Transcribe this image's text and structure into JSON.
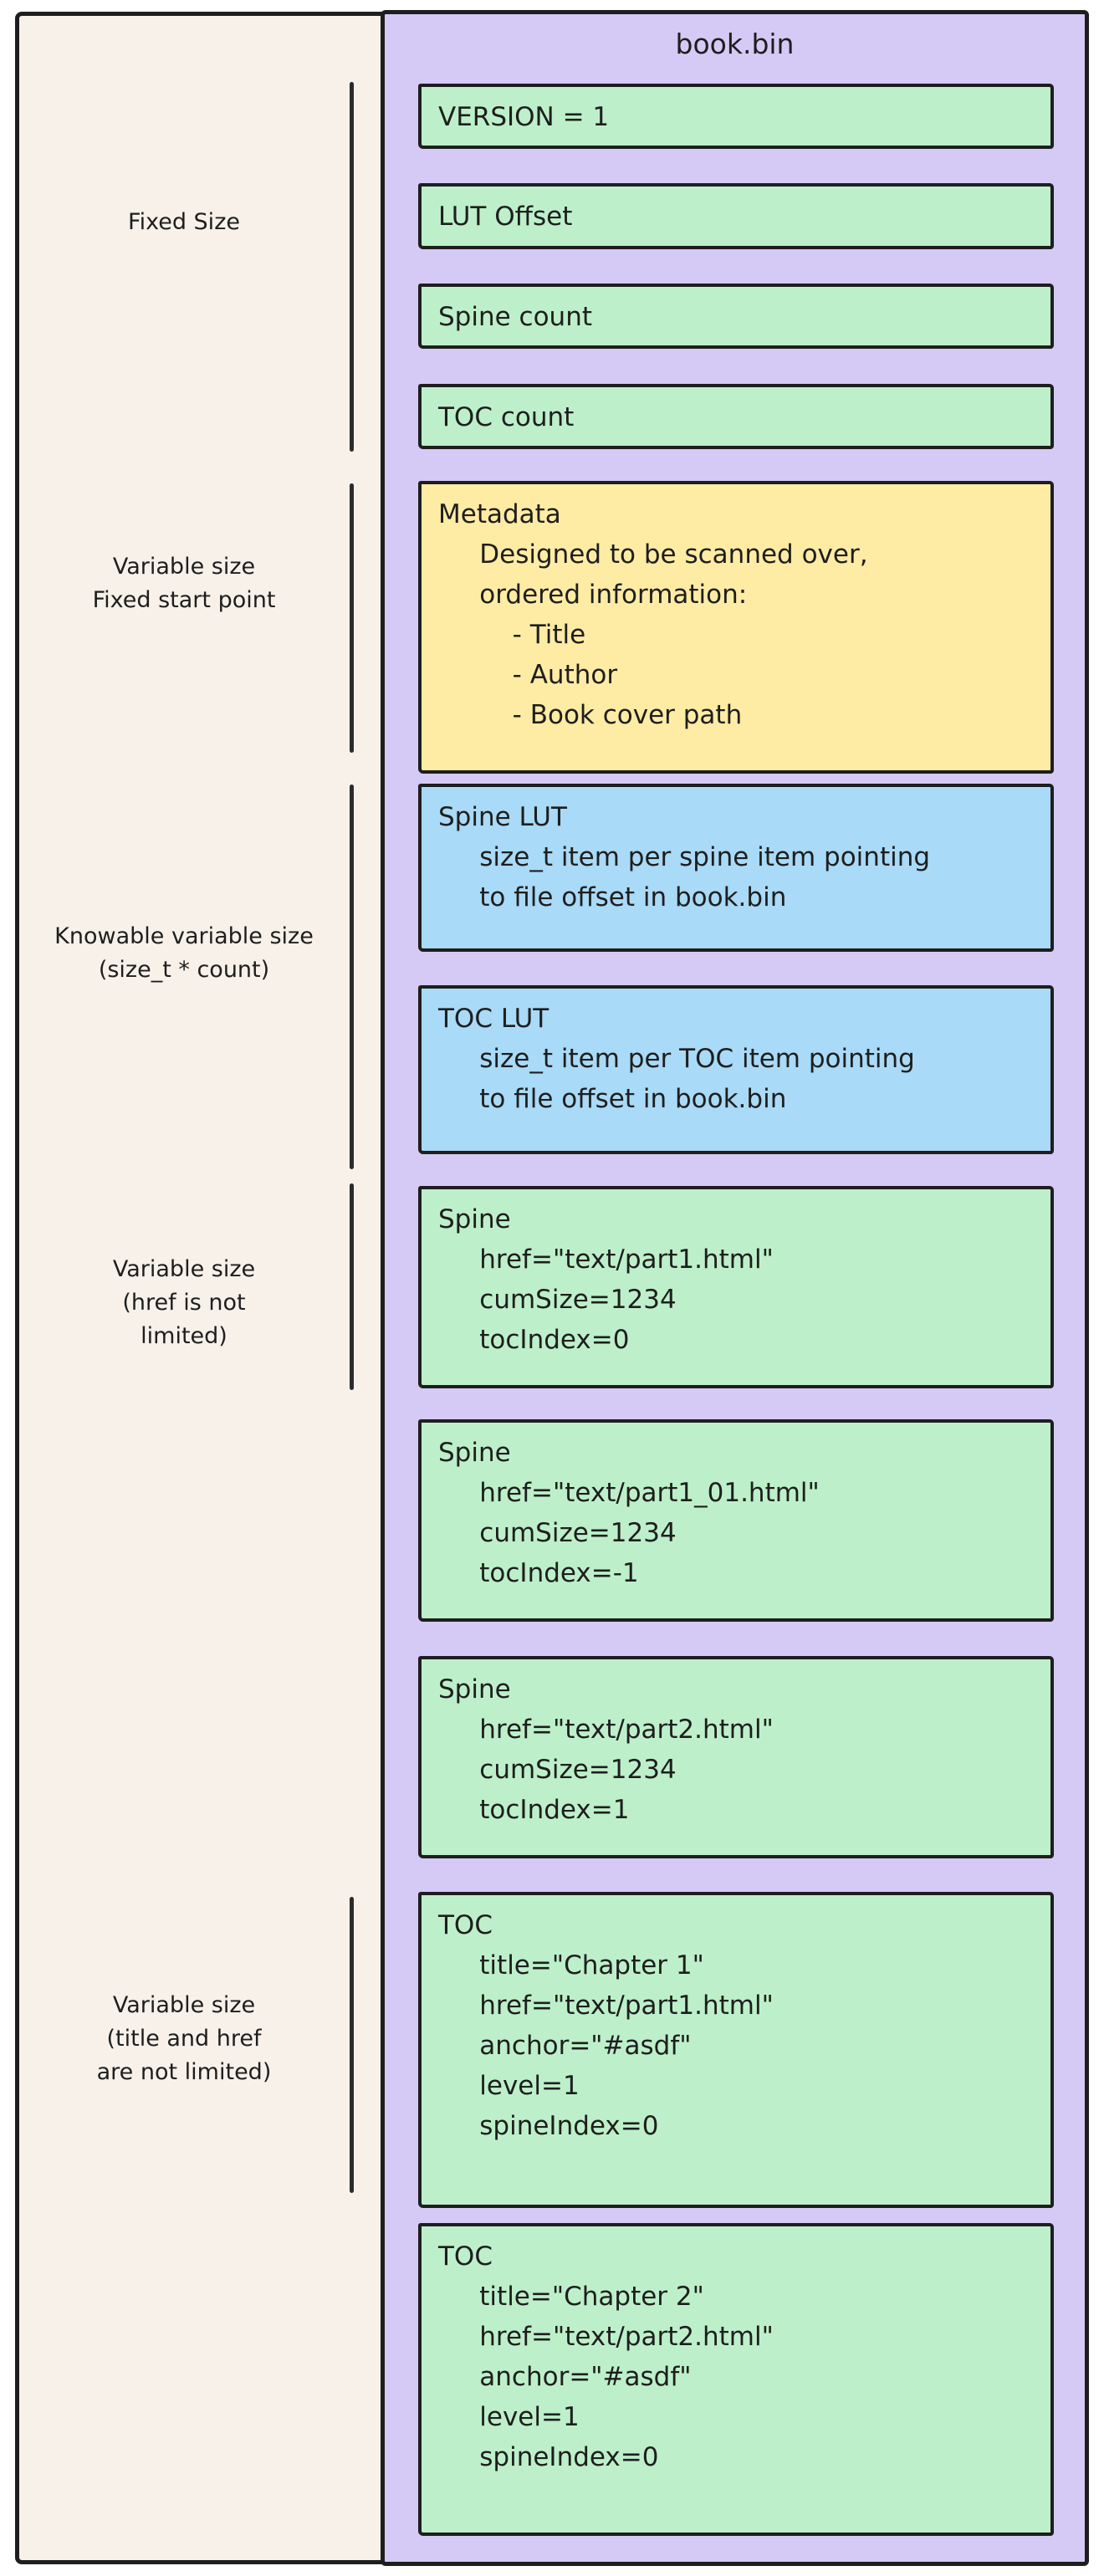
{
  "title": "book.bin",
  "colors": {
    "beige": "#f7f1ea",
    "purple": "#d5caf5",
    "green": "#bdf0ca",
    "yellow": "#ffeca4",
    "blue": "#a9daf7",
    "stroke": "#1e1e1e"
  },
  "labels": [
    {
      "name": "fixed-size",
      "lines": [
        "Fixed Size"
      ]
    },
    {
      "name": "variable-fixed-start",
      "lines": [
        "Variable size",
        "Fixed start point"
      ]
    },
    {
      "name": "knowable-variable",
      "lines": [
        "Knowable variable size",
        "(size_t * count)"
      ]
    },
    {
      "name": "variable-href",
      "lines": [
        "Variable size",
        "(href is not",
        "limited)"
      ]
    },
    {
      "name": "variable-title-href",
      "lines": [
        "Variable size",
        "(title and href",
        "are not limited)"
      ]
    }
  ],
  "boxes": [
    {
      "name": "version",
      "color": "green",
      "lines": [
        "VERSION = 1"
      ]
    },
    {
      "name": "lut-offset",
      "color": "green",
      "lines": [
        "LUT Offset"
      ]
    },
    {
      "name": "spine-count",
      "color": "green",
      "lines": [
        "Spine count"
      ]
    },
    {
      "name": "toc-count",
      "color": "green",
      "lines": [
        "TOC count"
      ]
    },
    {
      "name": "metadata",
      "color": "yellow",
      "lines": [
        "Metadata",
        "     Designed to be scanned over,",
        "     ordered information:",
        "         - Title",
        "         - Author",
        "         - Book cover path"
      ]
    },
    {
      "name": "spine-lut",
      "color": "blue",
      "lines": [
        "Spine LUT",
        "     size_t item per spine item pointing",
        "     to file offset in book.bin"
      ]
    },
    {
      "name": "toc-lut",
      "color": "blue",
      "lines": [
        "TOC LUT",
        "     size_t item per TOC item pointing",
        "     to file offset in book.bin"
      ]
    },
    {
      "name": "spine-1",
      "color": "green",
      "lines": [
        "Spine",
        "     href=\"text/part1.html\"",
        "     cumSize=1234",
        "     tocIndex=0"
      ]
    },
    {
      "name": "spine-2",
      "color": "green",
      "lines": [
        "Spine",
        "     href=\"text/part1_01.html\"",
        "     cumSize=1234",
        "     tocIndex=-1"
      ]
    },
    {
      "name": "spine-3",
      "color": "green",
      "lines": [
        "Spine",
        "     href=\"text/part2.html\"",
        "     cumSize=1234",
        "     tocIndex=1"
      ]
    },
    {
      "name": "toc-1",
      "color": "green",
      "lines": [
        "TOC",
        "     title=\"Chapter 1\"",
        "     href=\"text/part1.html\"",
        "     anchor=\"#asdf\"",
        "     level=1",
        "     spineIndex=0"
      ]
    },
    {
      "name": "toc-2",
      "color": "green",
      "lines": [
        "TOC",
        "     title=\"Chapter 2\"",
        "     href=\"text/part2.html\"",
        "     anchor=\"#asdf\"",
        "     level=1",
        "     spineIndex=0"
      ]
    }
  ]
}
